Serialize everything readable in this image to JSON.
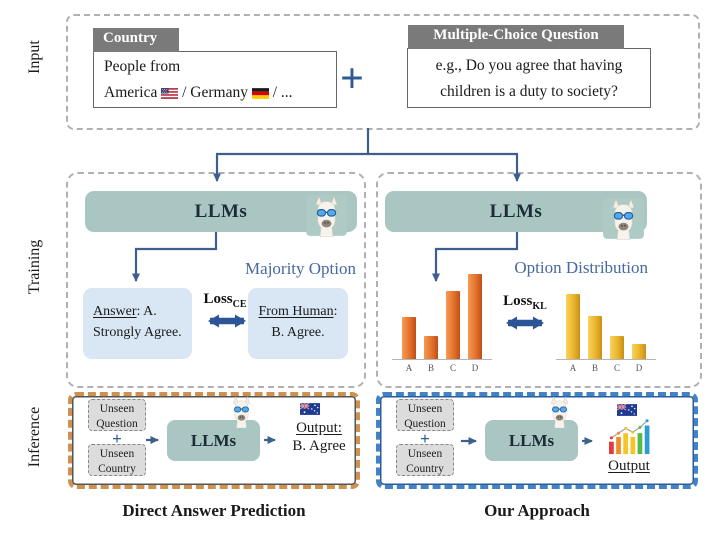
{
  "sections": {
    "input": "Input",
    "training": "Training",
    "inference": "Inference"
  },
  "input": {
    "country": {
      "header": "Country",
      "line1": "People from",
      "part1": "America",
      "part2": "/ Germany",
      "part3": "/ ..."
    },
    "plus": "+",
    "question": {
      "header": "Multiple-Choice Question",
      "line1": "e.g., Do you agree that having",
      "line2": "children is a duty to society?"
    }
  },
  "training": {
    "left": {
      "llm": "LLMs",
      "title": "Majority Option",
      "answer": {
        "underlined": "Answer",
        "suffix": ": A.",
        "line2": "Strongly Agree."
      },
      "loss": {
        "base": "Loss",
        "sub": "CE"
      },
      "human": {
        "underlined": "From Human",
        "suffix": ":",
        "line2": "B. Agree."
      }
    },
    "right": {
      "llm": "LLMs",
      "title": "Option Distribution",
      "loss": {
        "base": "Loss",
        "sub": "KL"
      }
    }
  },
  "chart_data": [
    {
      "type": "bar",
      "title": "LLM option distribution",
      "categories": [
        "A",
        "B",
        "C",
        "D"
      ],
      "values": [
        0.48,
        0.26,
        0.77,
        0.97
      ],
      "color": "orange",
      "ylim": [
        0,
        1
      ],
      "grid": false
    },
    {
      "type": "bar",
      "title": "Human option distribution",
      "categories": [
        "A",
        "B",
        "C",
        "D"
      ],
      "values": [
        0.74,
        0.49,
        0.26,
        0.17
      ],
      "color": "yellow",
      "ylim": [
        0,
        1
      ],
      "grid": false
    }
  ],
  "inference": {
    "left": {
      "unseen_question": {
        "line1": "Unseen",
        "line2": "Question"
      },
      "plus": "+",
      "unseen_country": {
        "line1": "Unseen",
        "line2": "Country"
      },
      "llm": "LLMs",
      "output_label": "Output:",
      "output_value": "B. Agree",
      "caption": "Direct Answer Prediction"
    },
    "right": {
      "unseen_question": {
        "line1": "Unseen",
        "line2": "Question"
      },
      "plus": "+",
      "unseen_country": {
        "line1": "Unseen",
        "line2": "Country"
      },
      "llm": "LLMs",
      "output_label": "Output",
      "caption": "Our Approach"
    }
  },
  "colors": {
    "teal_llm": "#a9c6c2",
    "light_blue_card": "#d9e6f4",
    "accent_blue": "#2f5b94",
    "arrow_blue": "#3c5f8c",
    "title_blue": "#46699e",
    "orange_bar": "#e4732c",
    "yellow_bar": "#eab42c",
    "left_border_orange": "#cf9050",
    "right_border_blue": "#4183c4",
    "header_gray": "#7a7a7a"
  }
}
